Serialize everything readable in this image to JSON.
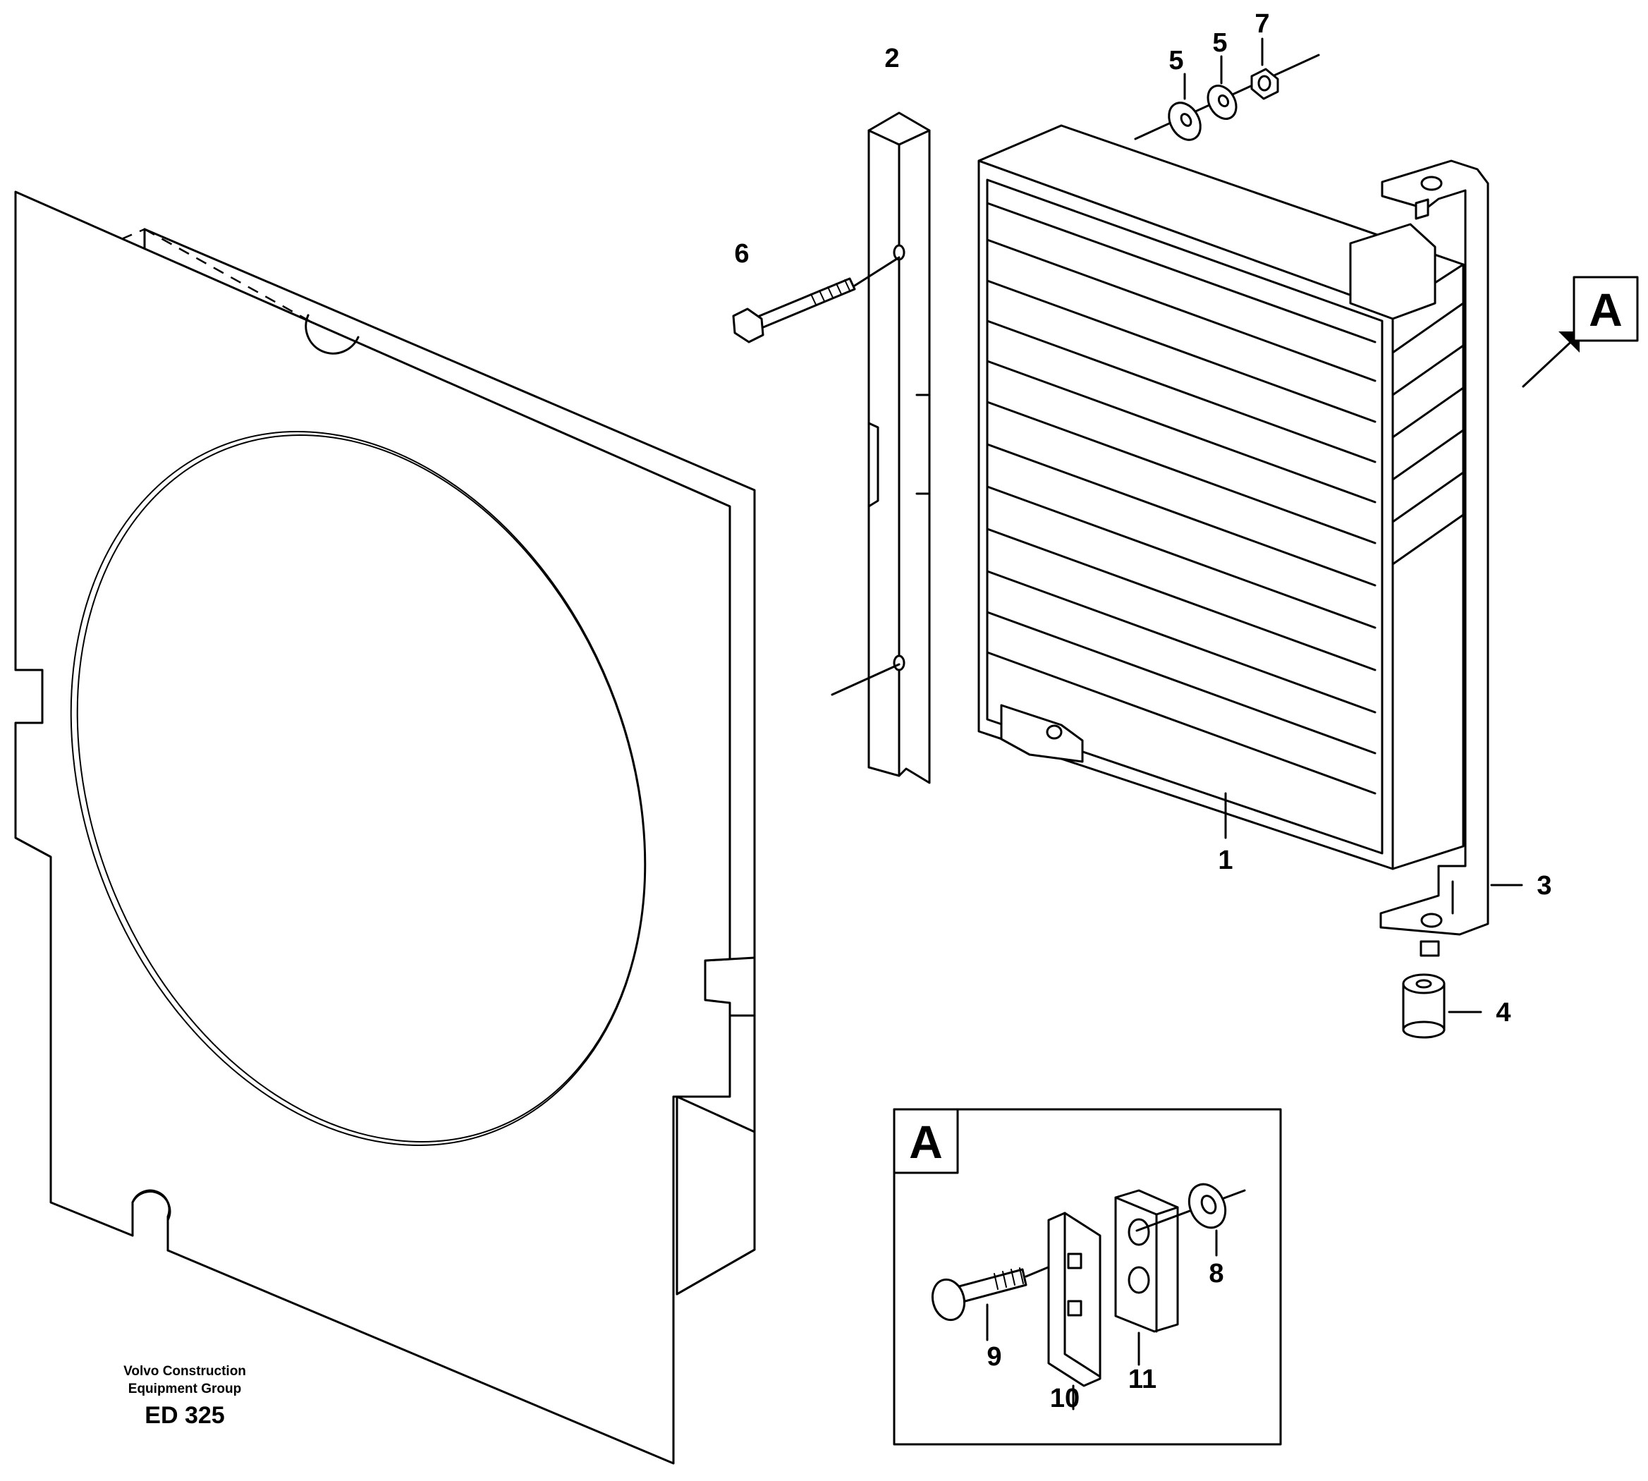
{
  "callouts": {
    "c1": "1",
    "c2": "2",
    "c3": "3",
    "c4": "4",
    "c5a": "5",
    "c5b": "5",
    "c6": "6",
    "c7": "7",
    "c8": "8",
    "c9": "9",
    "c10": "10",
    "c11": "11"
  },
  "view_marker": "A",
  "detail_view": {
    "letter": "A"
  },
  "credit": {
    "line1": "Volvo Construction",
    "line2": "Equipment Group"
  },
  "drawing_code": "ED 325"
}
